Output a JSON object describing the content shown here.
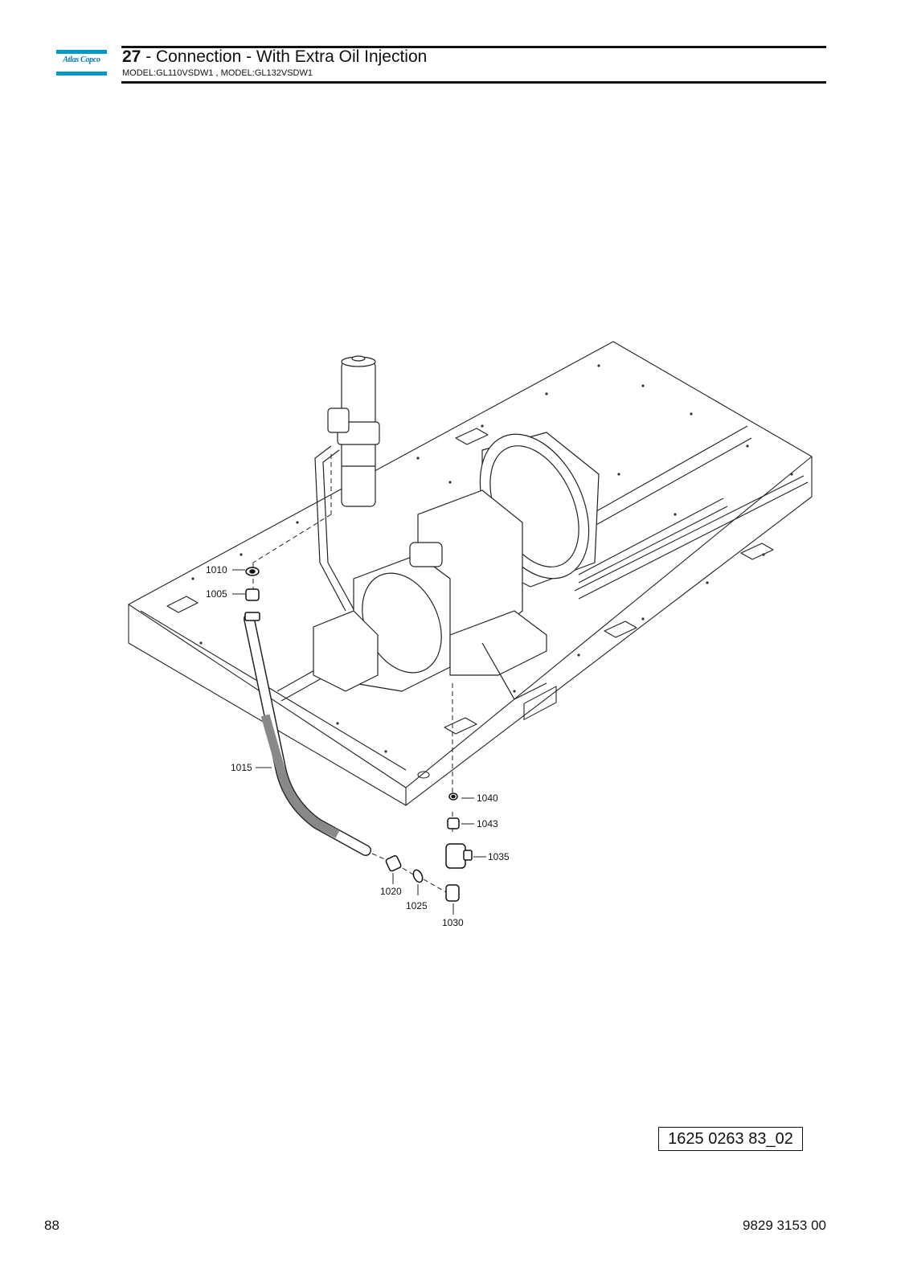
{
  "brand": {
    "logo_text": "Atlas Copco",
    "color": "#0099c8"
  },
  "header": {
    "section_number": "27",
    "section_title": " - Connection - With Extra Oil Injection",
    "models": "MODEL:GL110VSDW1 , MODEL:GL132VSDW1"
  },
  "callouts": {
    "c1010": "1010",
    "c1005": "1005",
    "c1015": "1015",
    "c1020": "1020",
    "c1025": "1025",
    "c1030": "1030",
    "c1035": "1035",
    "c1040": "1040",
    "c1043": "1043"
  },
  "drawing_reference": "1625 0263 83_02",
  "footer": {
    "page_number": "88",
    "document_number": "9829 3153 00"
  }
}
